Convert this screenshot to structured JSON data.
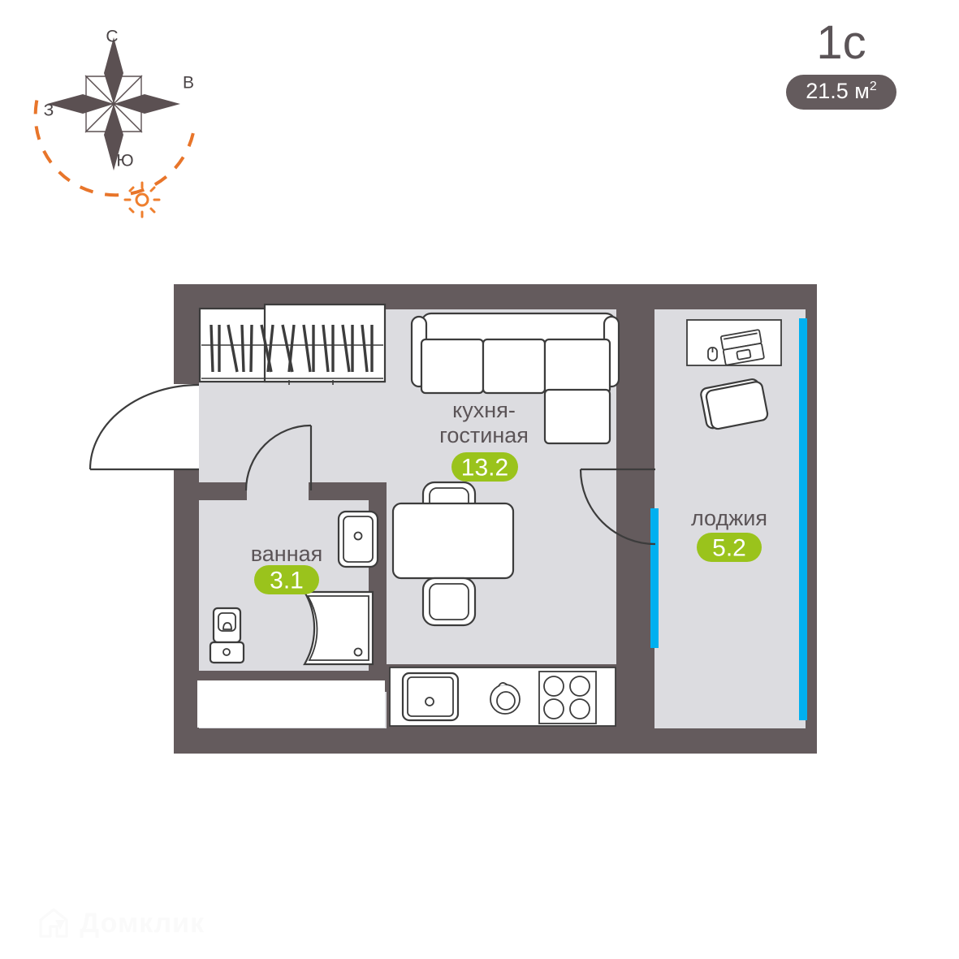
{
  "header": {
    "title": "1с",
    "area_label": "21.5 м",
    "area_sup": "2"
  },
  "compass": {
    "north": "С",
    "east": "В",
    "west": "З",
    "south": "Ю",
    "sun_icon": "sun-icon",
    "arc_color": "#e8752a"
  },
  "watermark": {
    "text": "Домклик"
  },
  "colors": {
    "wall": "#645b5d",
    "floor": "#dcdce0",
    "badge_green": "#9ac31c",
    "glazing_cyan": "#00b0f0",
    "label_text": "#5b5457",
    "furniture_stroke": "#3c3c3c"
  },
  "rooms": [
    {
      "id": "kitchen-living",
      "name_line1": "кухня-",
      "name_line2": "гостиная",
      "area": "13.2"
    },
    {
      "id": "bathroom",
      "name_line1": "ванная",
      "name_line2": "",
      "area": "3.1"
    },
    {
      "id": "loggia",
      "name_line1": "лоджия",
      "name_line2": "",
      "area": "5.2"
    }
  ],
  "fixtures": [
    {
      "name": "wardrobe-with-hanging-clothes",
      "room": "kitchen-living"
    },
    {
      "name": "corner-sofa",
      "room": "kitchen-living"
    },
    {
      "name": "dining-table",
      "room": "kitchen-living"
    },
    {
      "name": "dining-chair-top",
      "room": "kitchen-living"
    },
    {
      "name": "dining-chair-bottom",
      "room": "kitchen-living"
    },
    {
      "name": "kitchen-sink",
      "room": "kitchen-living"
    },
    {
      "name": "washing-machine",
      "room": "kitchen-living"
    },
    {
      "name": "cooktop-4-burner",
      "room": "kitchen-living"
    },
    {
      "name": "bathroom-sink",
      "room": "bathroom"
    },
    {
      "name": "toilet",
      "room": "bathroom"
    },
    {
      "name": "corner-shower",
      "room": "bathroom"
    },
    {
      "name": "desk",
      "room": "loggia"
    },
    {
      "name": "laptop",
      "room": "loggia"
    },
    {
      "name": "computer-mouse",
      "room": "loggia"
    },
    {
      "name": "office-chair",
      "room": "loggia"
    },
    {
      "name": "entry-door",
      "room": "kitchen-living"
    },
    {
      "name": "bathroom-door",
      "room": "bathroom"
    },
    {
      "name": "loggia-door",
      "room": "loggia"
    }
  ]
}
